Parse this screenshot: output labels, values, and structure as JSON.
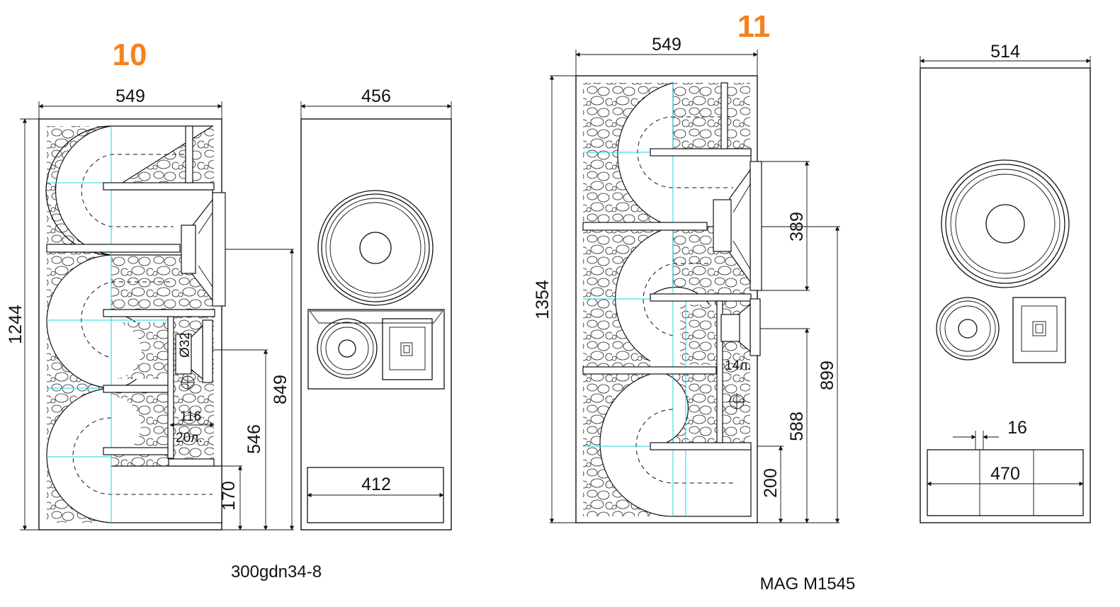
{
  "colors": {
    "accent": "#f58220",
    "line": "#111111",
    "axis": "#19d3e6"
  },
  "design10": {
    "number": "10",
    "caption": "300gdn34-8",
    "side": {
      "width": "549",
      "height": "1244",
      "driver_h": "849",
      "mid_h": "546",
      "port_h": "170",
      "port_d": "116",
      "vol": "20л.",
      "d_small": "Ø32"
    },
    "front": {
      "width": "456",
      "port_w": "412"
    }
  },
  "design11": {
    "number": "11",
    "caption": "MAG M1545",
    "side": {
      "width": "549",
      "height": "1354",
      "driver_dim": "389",
      "mid_h": "899",
      "port_top": "588",
      "port_h": "200",
      "vol": "14л."
    },
    "front": {
      "width": "514",
      "gap": "16",
      "port_w": "470"
    }
  }
}
